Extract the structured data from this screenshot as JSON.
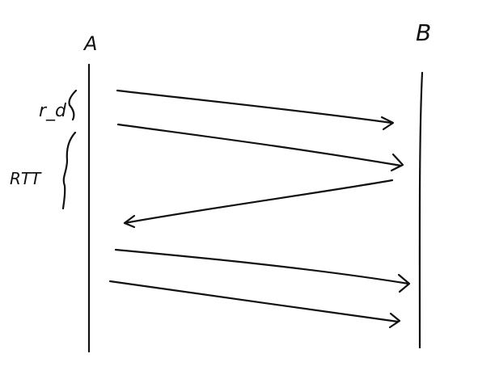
{
  "diagram": {
    "node_a_label": "A",
    "node_b_label": "B",
    "td_label": "r_d",
    "rtt_label": "RTT",
    "ink_color": "#111111",
    "background_color": "#ffffff"
  },
  "messages": [
    {
      "from": "A",
      "to": "B",
      "order": 1
    },
    {
      "from": "A",
      "to": "B",
      "order": 2
    },
    {
      "from": "B",
      "to": "A",
      "order": 3
    },
    {
      "from": "A",
      "to": "B",
      "order": 4
    },
    {
      "from": "A",
      "to": "B",
      "order": 5
    }
  ]
}
